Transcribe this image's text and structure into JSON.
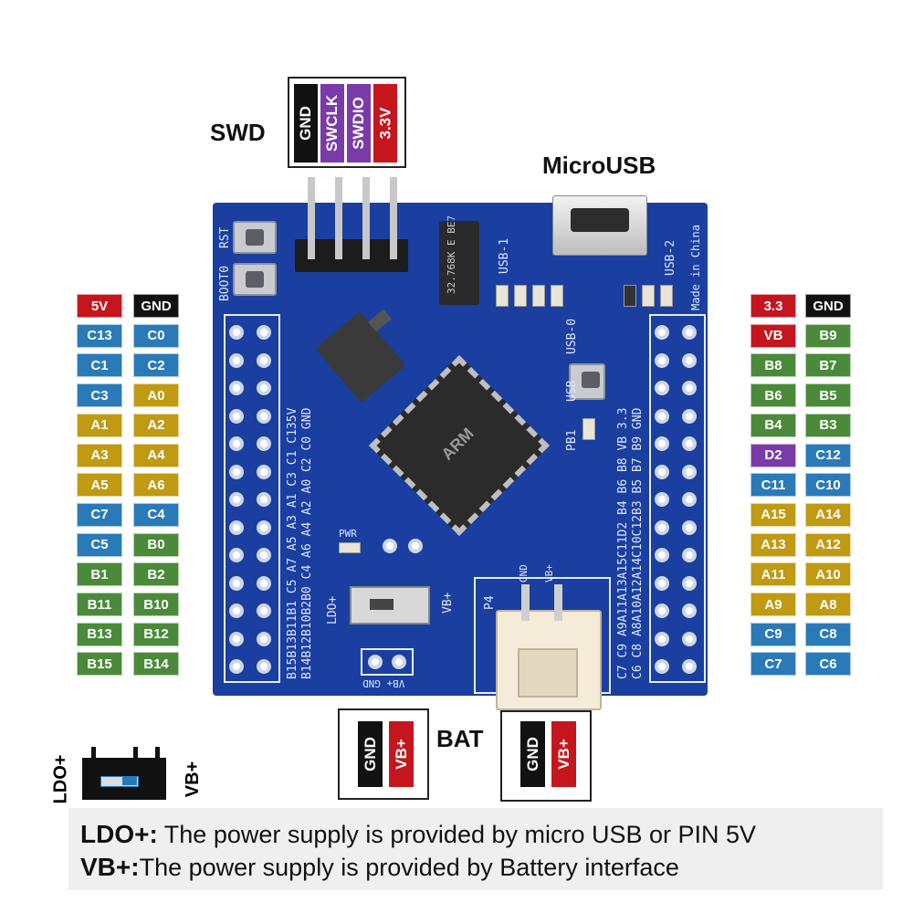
{
  "colors": {
    "red": "#c4161c",
    "black": "#111111",
    "blue": "#2a7ab8",
    "gold": "#c09a12",
    "green": "#4a8a3a",
    "purple": "#7a3aa8",
    "board": "#1a3fa0"
  },
  "titles": {
    "swd": "SWD",
    "microusb": "MicroUSB",
    "bat": "BAT"
  },
  "swd_pins": [
    {
      "label": "GND",
      "color": "black"
    },
    {
      "label": "SWCLK",
      "color": "purple"
    },
    {
      "label": "SWDIO",
      "color": "purple"
    },
    {
      "label": "3.3V",
      "color": "red"
    }
  ],
  "left_pins": [
    [
      {
        "label": "5V",
        "color": "red"
      },
      {
        "label": "GND",
        "color": "black"
      }
    ],
    [
      {
        "label": "C13",
        "color": "blue"
      },
      {
        "label": "C0",
        "color": "blue"
      }
    ],
    [
      {
        "label": "C1",
        "color": "blue"
      },
      {
        "label": "C2",
        "color": "blue"
      }
    ],
    [
      {
        "label": "C3",
        "color": "blue"
      },
      {
        "label": "A0",
        "color": "gold"
      }
    ],
    [
      {
        "label": "A1",
        "color": "gold"
      },
      {
        "label": "A2",
        "color": "gold"
      }
    ],
    [
      {
        "label": "A3",
        "color": "gold"
      },
      {
        "label": "A4",
        "color": "gold"
      }
    ],
    [
      {
        "label": "A5",
        "color": "gold"
      },
      {
        "label": "A6",
        "color": "gold"
      }
    ],
    [
      {
        "label": "C7",
        "color": "blue"
      },
      {
        "label": "C4",
        "color": "blue"
      }
    ],
    [
      {
        "label": "C5",
        "color": "blue"
      },
      {
        "label": "B0",
        "color": "green"
      }
    ],
    [
      {
        "label": "B1",
        "color": "green"
      },
      {
        "label": "B2",
        "color": "green"
      }
    ],
    [
      {
        "label": "B11",
        "color": "green"
      },
      {
        "label": "B10",
        "color": "green"
      }
    ],
    [
      {
        "label": "B13",
        "color": "green"
      },
      {
        "label": "B12",
        "color": "green"
      }
    ],
    [
      {
        "label": "B15",
        "color": "green"
      },
      {
        "label": "B14",
        "color": "green"
      }
    ]
  ],
  "right_pins": [
    [
      {
        "label": "3.3",
        "color": "red"
      },
      {
        "label": "GND",
        "color": "black"
      }
    ],
    [
      {
        "label": "VB",
        "color": "red"
      },
      {
        "label": "B9",
        "color": "green"
      }
    ],
    [
      {
        "label": "B8",
        "color": "green"
      },
      {
        "label": "B7",
        "color": "green"
      }
    ],
    [
      {
        "label": "B6",
        "color": "green"
      },
      {
        "label": "B5",
        "color": "green"
      }
    ],
    [
      {
        "label": "B4",
        "color": "green"
      },
      {
        "label": "B3",
        "color": "green"
      }
    ],
    [
      {
        "label": "D2",
        "color": "purple"
      },
      {
        "label": "C12",
        "color": "blue"
      }
    ],
    [
      {
        "label": "C11",
        "color": "blue"
      },
      {
        "label": "C10",
        "color": "blue"
      }
    ],
    [
      {
        "label": "A15",
        "color": "gold"
      },
      {
        "label": "A14",
        "color": "gold"
      }
    ],
    [
      {
        "label": "A13",
        "color": "gold"
      },
      {
        "label": "A12",
        "color": "gold"
      }
    ],
    [
      {
        "label": "A11",
        "color": "gold"
      },
      {
        "label": "A10",
        "color": "gold"
      }
    ],
    [
      {
        "label": "A9",
        "color": "gold"
      },
      {
        "label": "A8",
        "color": "gold"
      }
    ],
    [
      {
        "label": "C9",
        "color": "blue"
      },
      {
        "label": "C8",
        "color": "blue"
      }
    ],
    [
      {
        "label": "C7",
        "color": "blue"
      },
      {
        "label": "C6",
        "color": "blue"
      }
    ]
  ],
  "bat_left": [
    {
      "label": "GND",
      "color": "black"
    },
    {
      "label": "VB+",
      "color": "red"
    }
  ],
  "bat_right": [
    {
      "label": "GND",
      "color": "black"
    },
    {
      "label": "VB+",
      "color": "red"
    }
  ],
  "switch_labels": {
    "left": "LDO+",
    "right": "VB+"
  },
  "board_silk": {
    "rst": "RST",
    "boot0": "BOOT0",
    "usb1": "USB-1",
    "usb2": "USB-2",
    "usb0": "USB-0",
    "usb": "USB",
    "pb1": "PB1",
    "pwr": "PWR",
    "made": "Made in China",
    "p4": "P4",
    "gnd": "GND",
    "vbplus": "VB+",
    "ldo": "LDO+",
    "crystal": "32.768K\nE BE7",
    "chip": "ARM",
    "left_outer": "B15B13B11B1 C5 A7 A5 A3 A1 C3 C1 C135V",
    "left_inner": "B14B12B10B2B0 C4 A6 A4 A2 A0 C2 C0 GND",
    "right_outer": "C7 C9 A9A11A13A15C11D2 B4 B6 B8 VB 3.3",
    "right_inner": "C6 C8 A8A10A12A14C10C12B3 B5 B7 B9 GND",
    "bottom": "VB+ GND"
  },
  "caption": {
    "line1_key": "LDO+:",
    "line1_text": " The power supply is provided by micro USB or PIN 5V",
    "line2_key": "VB+:",
    "line2_text": "The power supply is provided by Battery interface"
  }
}
